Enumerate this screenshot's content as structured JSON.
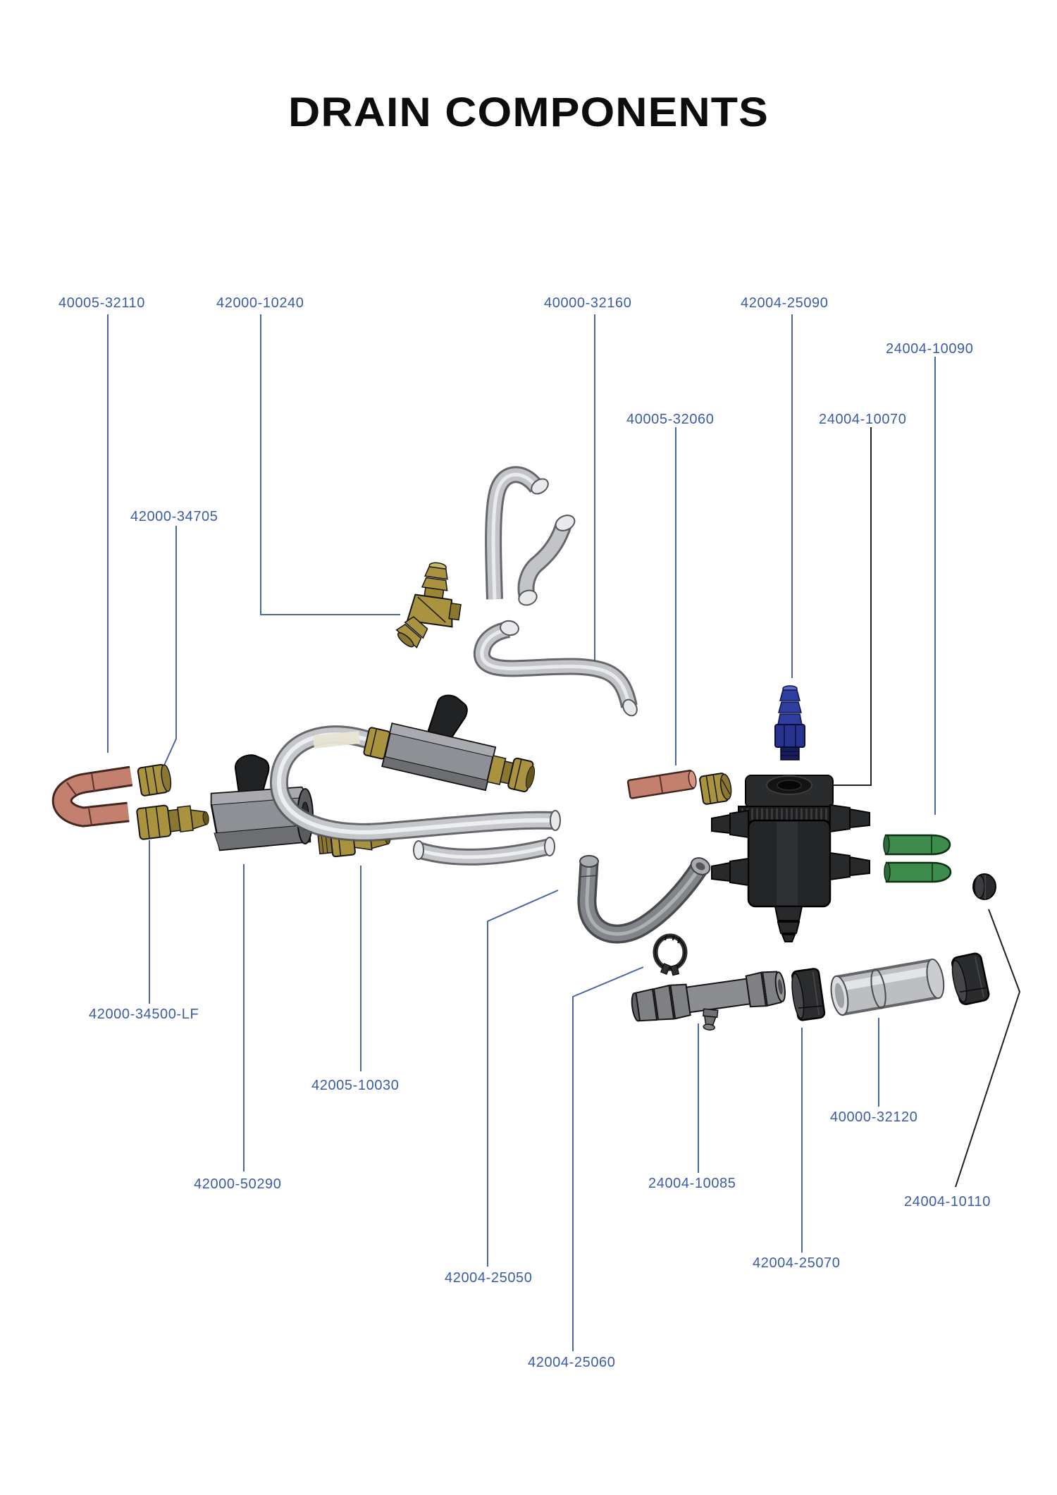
{
  "page": {
    "title": "DRAIN COMPONENTS"
  },
  "colors": {
    "label_blue": "#3a5ba9",
    "leader_blue": "#4a66a8",
    "leader_dark": "#1f1f1f",
    "copper": "#c3806e",
    "brass": "#a9933e",
    "brass_dark": "#8a7730",
    "green_cap": "#3e8b4e",
    "fitting_blue": "#2e3ea0",
    "black_part": "#242527",
    "gray_part": "#8e9096",
    "clear_tube": "#cfd1d5"
  },
  "labels": [
    {
      "part_number": "40005-32110"
    },
    {
      "part_number": "42000-10240"
    },
    {
      "part_number": "40000-32160"
    },
    {
      "part_number": "42004-25090"
    },
    {
      "part_number": "24004-10090"
    },
    {
      "part_number": "40005-32060"
    },
    {
      "part_number": "24004-10070"
    },
    {
      "part_number": "42000-34705"
    },
    {
      "part_number": "42000-34500-LF"
    },
    {
      "part_number": "42005-10030"
    },
    {
      "part_number": "42000-50290"
    },
    {
      "part_number": "40000-32120"
    },
    {
      "part_number": "24004-10085"
    },
    {
      "part_number": "24004-10110"
    },
    {
      "part_number": "42004-25070"
    },
    {
      "part_number": "42004-25050"
    },
    {
      "part_number": "42004-25060"
    }
  ]
}
